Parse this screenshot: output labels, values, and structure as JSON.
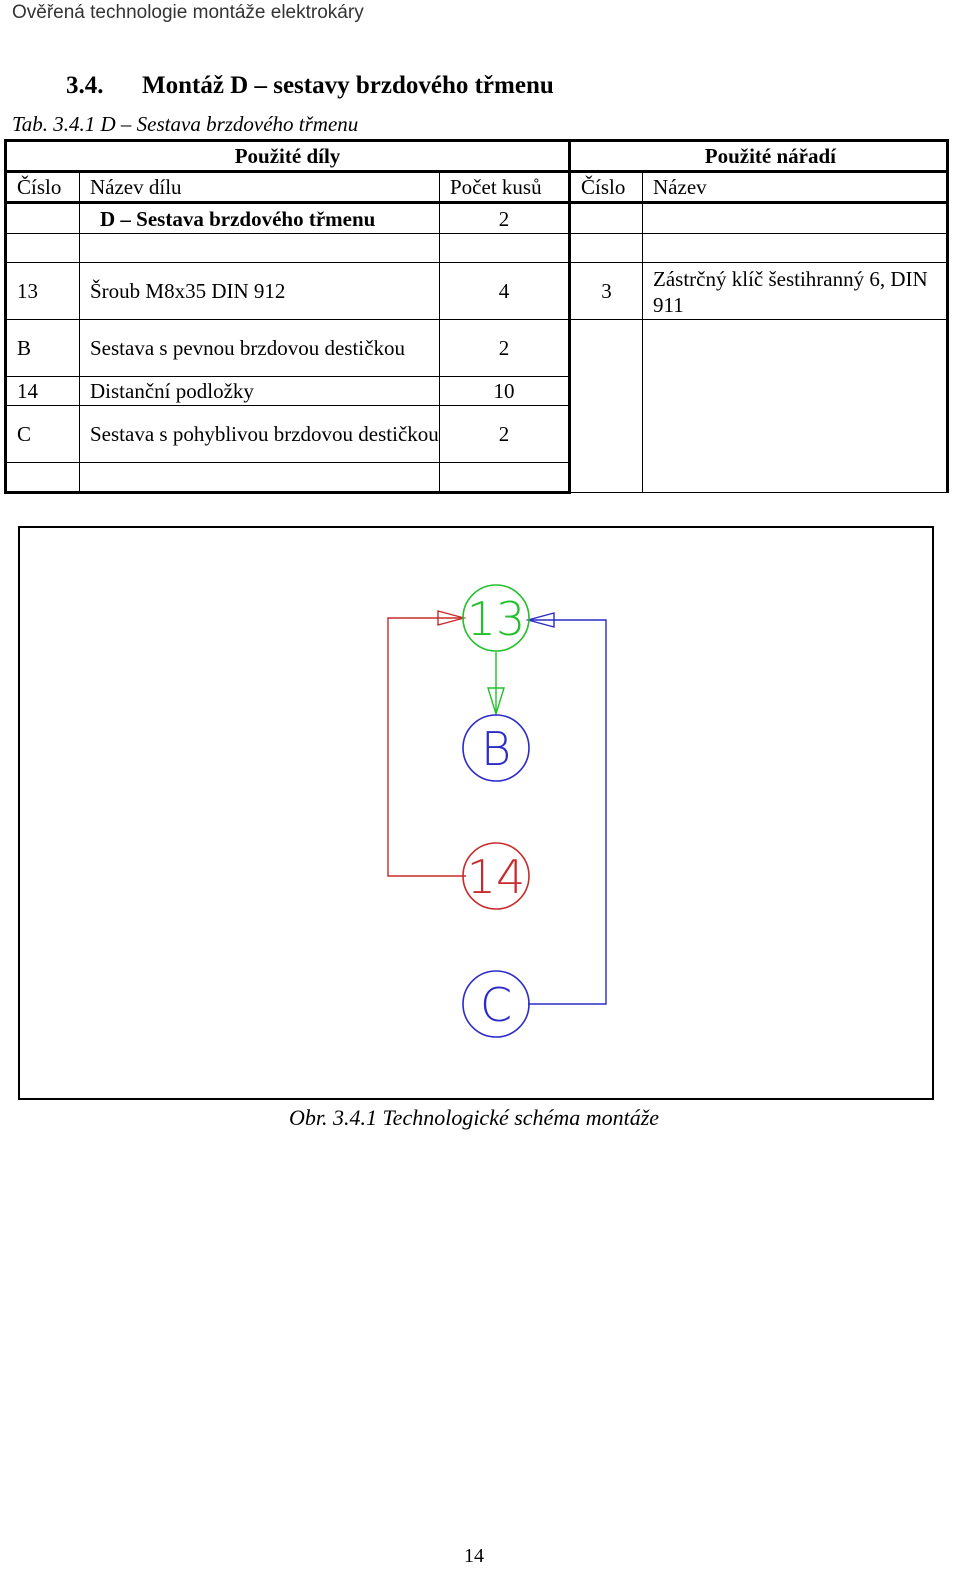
{
  "header": {
    "running_title": "Ověřená technologie montáže elektrokáry"
  },
  "section": {
    "number": "3.4.",
    "title": "Montáž D – sestavy brzdového třmenu"
  },
  "table": {
    "caption": "Tab. 3.4.1 D – Sestava brzdového třmenu",
    "group_parts": "Použité díly",
    "group_tools": "Použité nářadí",
    "col_part_number": "Číslo",
    "col_part_name": "Název dílu",
    "col_quantity": "Počet kusů",
    "col_tool_number": "Číslo",
    "col_tool_name": "Název",
    "assembly": {
      "name": "D – Sestava brzdového třmenu",
      "quantity": "2"
    },
    "rows": [
      {
        "number": "13",
        "name": "Šroub  M8x35 DIN 912",
        "quantity": "4"
      },
      {
        "number": "B",
        "name": "Sestava s pevnou brzdovou destičkou",
        "quantity": "2"
      },
      {
        "number": "14",
        "name": "Distanční podložky",
        "quantity": "10"
      },
      {
        "number": "C",
        "name": "Sestava s pohyblivou brzdovou destičkou",
        "quantity": "2"
      }
    ],
    "tools": [
      {
        "number": "3",
        "name": "Zástrčný klíč šestihranný 6, DIN 911"
      }
    ]
  },
  "diagram": {
    "nodes": [
      {
        "id": "13",
        "color": "#22c02a"
      },
      {
        "id": "B",
        "color": "#2b2bc8"
      },
      {
        "id": "14",
        "color": "#c82b2b"
      },
      {
        "id": "C",
        "color": "#2b2bc8"
      }
    ],
    "connector_colors": {
      "from_13": "#22c02a",
      "from_14": "#c82b2b",
      "from_C": "#2b2bc8"
    }
  },
  "figure": {
    "caption": "Obr. 3.4.1 Technologické schéma montáže"
  },
  "page": {
    "number": "14"
  }
}
